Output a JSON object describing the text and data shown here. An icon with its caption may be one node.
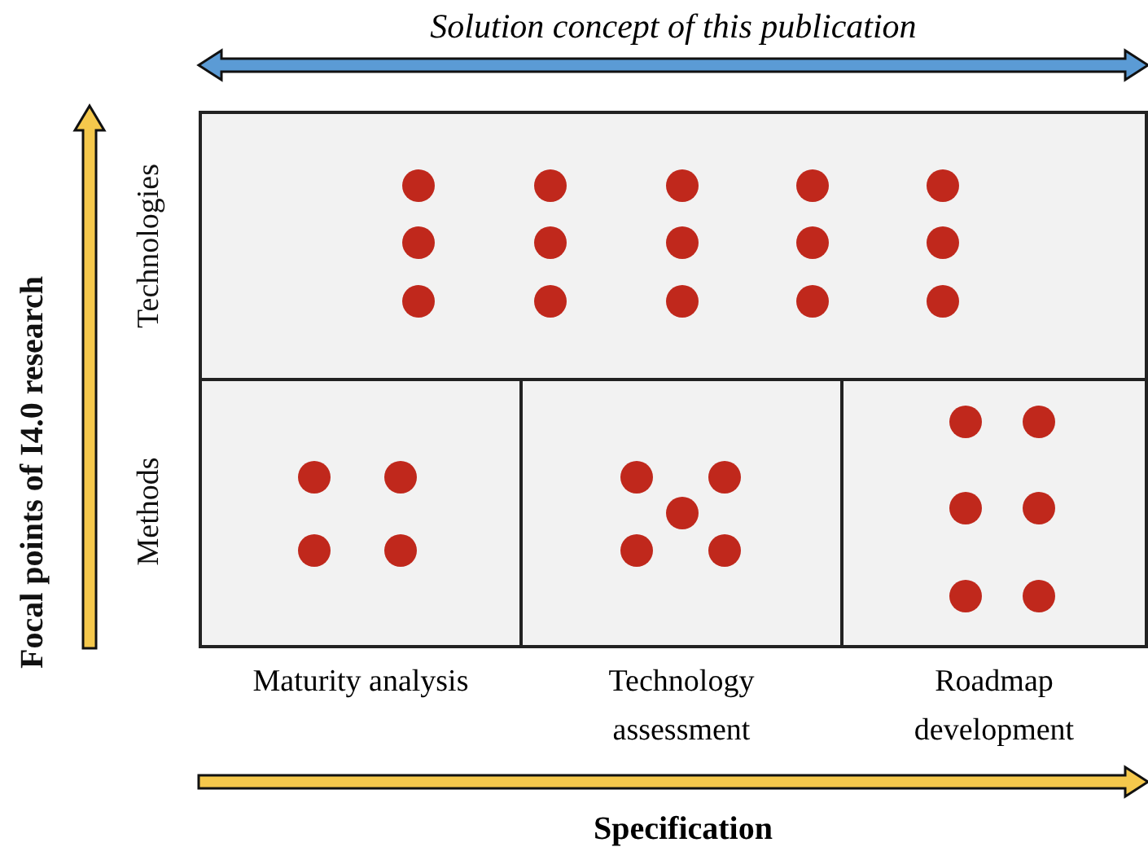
{
  "diagram": {
    "title": "Solution concept of this publication",
    "nodes": [
      {
        "text": [
          "Technologies"
        ]
      },
      {
        "text": [],
        "shape": "box",
        "beside": [
          "Maturity analysis"
        ]
      },
      {
        "text": [],
        "shape": "box",
        "beside": [
          "Technology assessment"
        ]
      },
      {
        "text": [],
        "shape": "box",
        "beside": [
          "Roadmap development"
        ]
      }
    ],
    "edges": [],
    "labels": [
      "Focal points of I4.0 research",
      "Methods",
      "Specification"
    ]
  }
}
